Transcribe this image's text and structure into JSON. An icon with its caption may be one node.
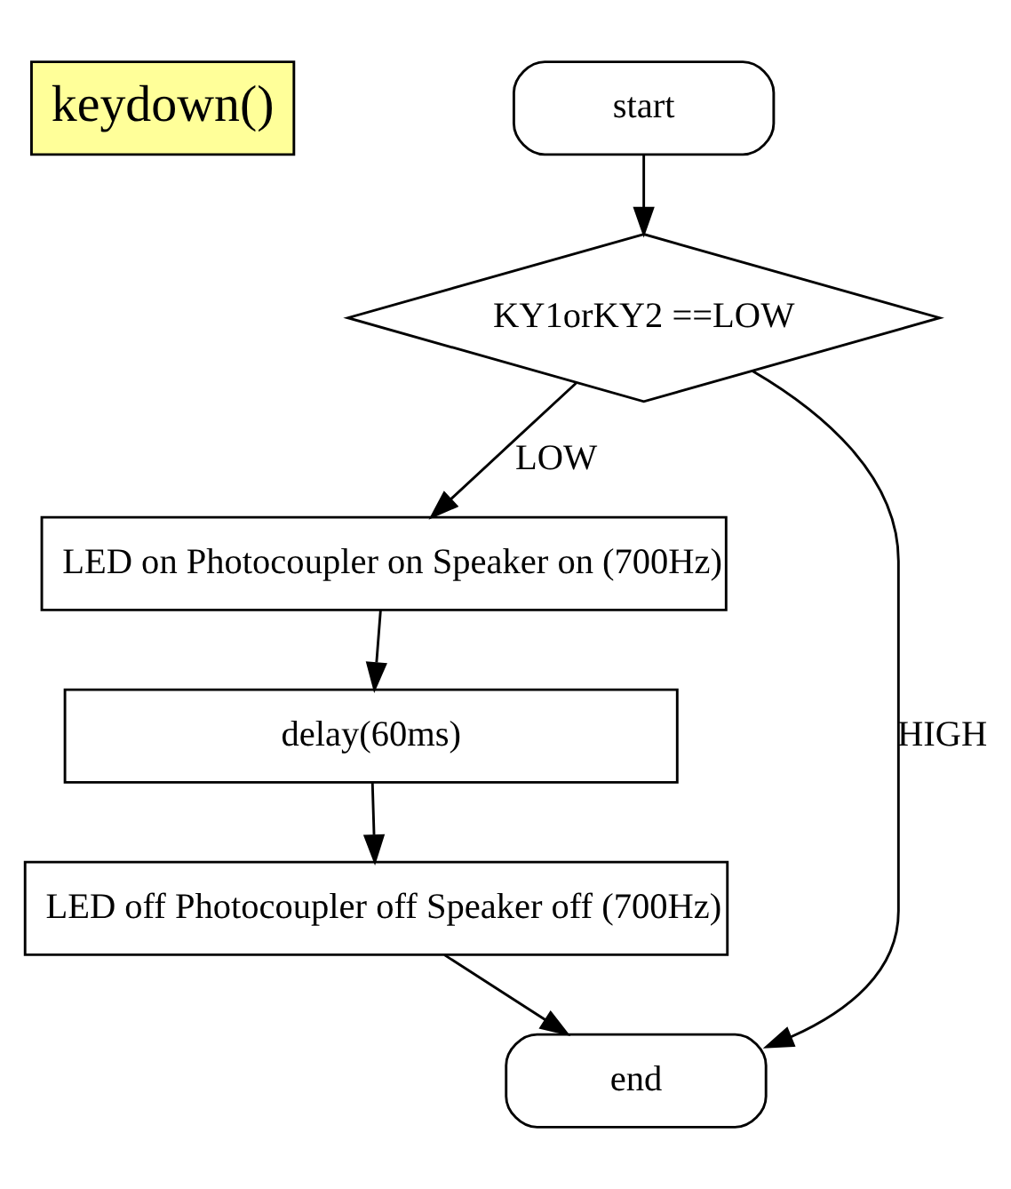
{
  "diagram": {
    "nodes": [
      {
        "text": [
          "keydown()"
        ]
      },
      {
        "text": [
          "start"
        ]
      },
      {
        "text": [
          "KY1orKY2 ==LOW"
        ]
      },
      {
        "text": [
          "LED on Photocoupler on Speaker on (700Hz)"
        ]
      },
      {
        "text": [
          "delay(60ms)"
        ]
      },
      {
        "text": [
          "LED off Photocoupler off Speaker off (700Hz)"
        ]
      },
      {
        "text": [
          "end"
        ]
      }
    ],
    "edges": [
      {
        "from": 1,
        "to": 2,
        "arrow": "to"
      },
      {
        "from": 2,
        "to": 3,
        "arrow": "to",
        "label": "LOW"
      },
      {
        "from": 3,
        "to": 4,
        "arrow": "to"
      },
      {
        "from": 4,
        "to": 5,
        "arrow": "to"
      },
      {
        "from": 5,
        "to": 6,
        "arrow": "to"
      },
      {
        "from": 2,
        "to": 6,
        "arrow": "to",
        "label": "HIGH"
      }
    ]
  }
}
